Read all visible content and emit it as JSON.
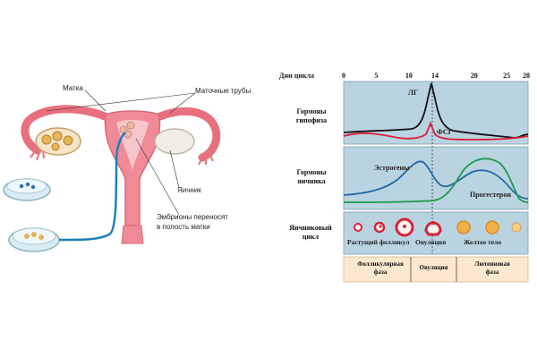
{
  "anatomy": {
    "uterus_label": "Матка",
    "tubes_label": "Маточные трубы",
    "ovary_label": "Яичник",
    "transfer_label_line1": "Эмбрионы переносят",
    "transfer_label_line2": "в полость матки"
  },
  "cycle": {
    "days_label": "Дни цикла",
    "ticks": [
      "0",
      "5",
      "10",
      "14",
      "20",
      "25",
      "28"
    ],
    "tick_days": [
      0,
      5,
      10,
      14,
      20,
      25,
      28
    ],
    "rows": {
      "pituitary_line1": "Гормоны",
      "pituitary_line2": "гипофиза",
      "ovarian_line1": "Гормоны",
      "ovarian_line2": "яичника",
      "cycle_line1": "Яичниковый",
      "cycle_line2": "цикл"
    },
    "hormones": {
      "lh": "ЛГ",
      "fsh": "ФСГ",
      "estrogens": "Эстрогены",
      "progesterone": "Прогестерон"
    },
    "stages": {
      "growing_follicle": "Растущий фолликул",
      "ovulation": "Овуляция",
      "corpus_luteum": "Желтое тело"
    },
    "phases": {
      "follicular_line1": "Фолликулярная",
      "follicular_line2": "фаза",
      "ovulation": "Овуляция",
      "luteal_line1": "Лютеиновая",
      "luteal_line2": "фаза"
    },
    "colors": {
      "panel": "#b9d3e0",
      "lh_curve": "#111111",
      "fsh_curve": "#d81f3c",
      "estrogen_curve": "#1f6aa6",
      "progesterone_curve": "#1f9a4c",
      "follicle": "#d8233a",
      "corpus_luteum": "#f2b04a"
    }
  }
}
